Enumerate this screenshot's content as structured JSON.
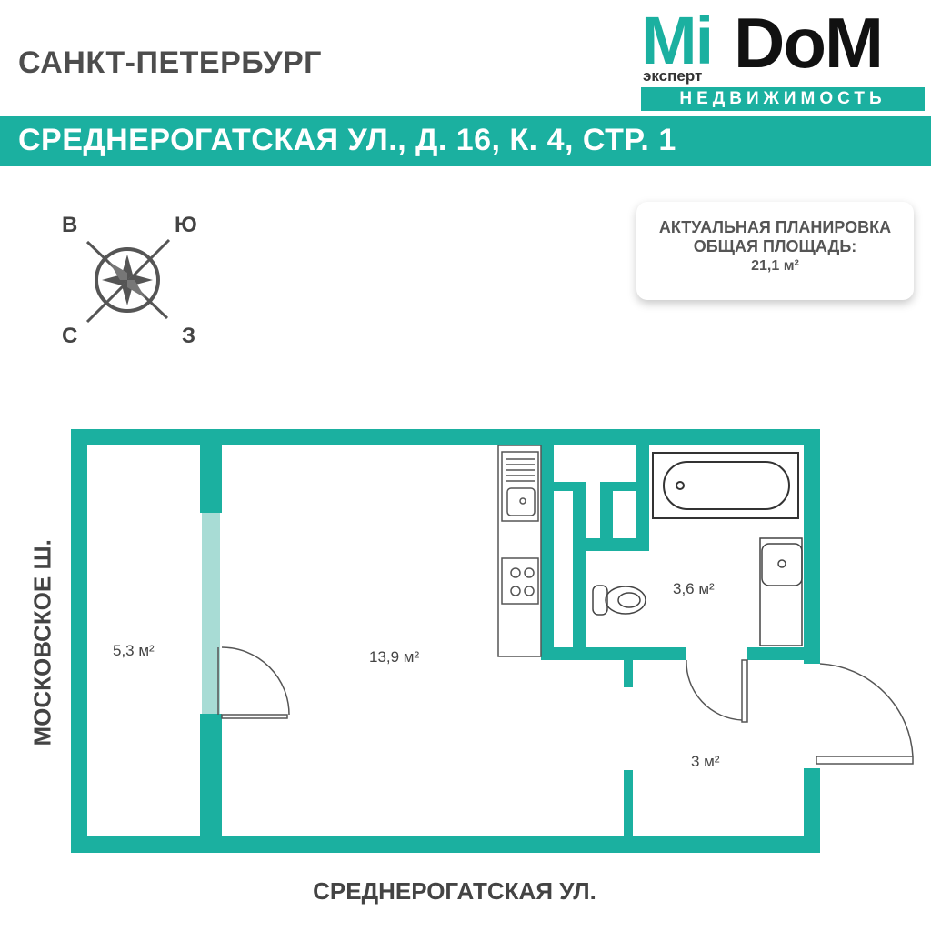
{
  "header": {
    "city": "САНКТ-ПЕТЕРБУРГ",
    "address": "СРЕДНЕРОГАТСКАЯ УЛ., Д. 16, К. 4, СТР. 1"
  },
  "logo": {
    "mi": "Mi",
    "dom": "DoM",
    "expert": "эксперт",
    "bar": "НЕДВИЖИМОСТЬ"
  },
  "info": {
    "line1": "АКТУАЛЬНАЯ ПЛАНИРОВКА",
    "line2": "ОБЩАЯ ПЛОЩАДЬ:",
    "line3": "21,1 м²"
  },
  "compass": {
    "top_left": "В",
    "top_right": "Ю",
    "bottom_left": "С",
    "bottom_right": "З"
  },
  "rooms": {
    "balcony": "5,3 м²",
    "main": "13,9 м²",
    "bathroom": "3,6 м²",
    "hall": "3 м²"
  },
  "streets": {
    "left": "МОСКОВСКОЕ Ш.",
    "bottom": "СРЕДНЕРОГАТСКАЯ УЛ."
  },
  "colors": {
    "accent": "#1bb0a0",
    "text": "#4d4d4d"
  }
}
